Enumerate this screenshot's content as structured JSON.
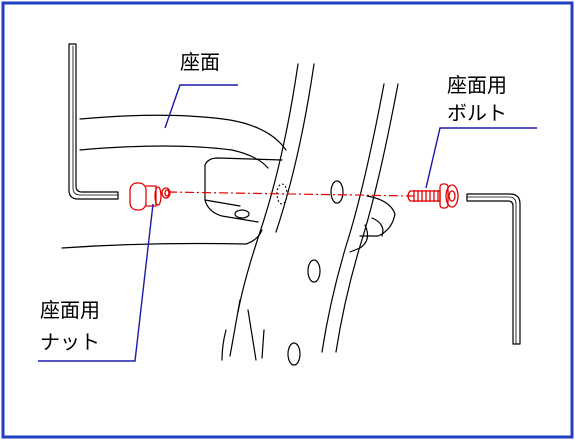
{
  "colors": {
    "frame": "#1f3fc2",
    "leader": "#1a1aa8",
    "hardware": "#e60000",
    "ink": "#000000"
  },
  "labels": {
    "seat": "座面",
    "seat_bolt_line1": "座面用",
    "seat_bolt_line2": "ボルト",
    "seat_nut_line1": "座面用",
    "seat_nut_line2": "ナット"
  },
  "icons": {
    "left_tool": "hex-key-icon",
    "right_tool": "hex-key-icon",
    "bolt": "bolt-icon",
    "nut": "barrel-nut-icon"
  }
}
